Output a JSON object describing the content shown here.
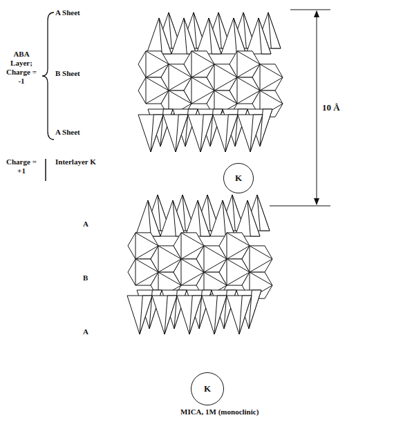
{
  "diagram": {
    "caption": "MICA, 1M (monoclinic)",
    "nodes": [
      {
        "text": [
          "K"
        ]
      },
      {
        "text": [
          "K"
        ]
      }
    ],
    "labels": [
      "A Sheet",
      "ABA Layer; Charge = -1",
      "B Sheet",
      "A Sheet",
      "Charge = +1",
      "Interlayer K",
      "A",
      "B",
      "A",
      "10 Å"
    ]
  }
}
